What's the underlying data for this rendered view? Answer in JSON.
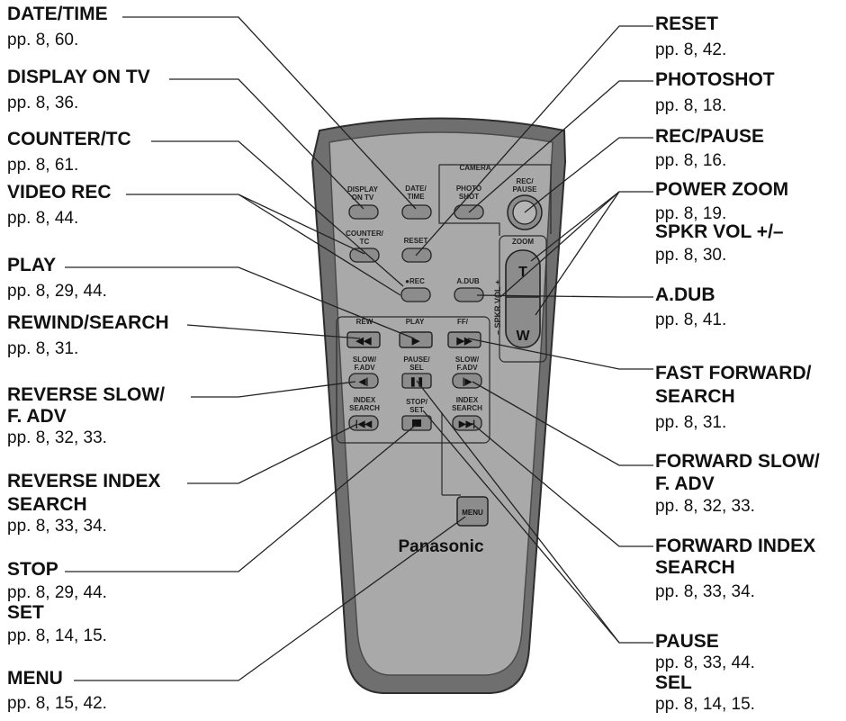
{
  "callouts_left": [
    {
      "id": "date_time",
      "title": "DATE/TIME",
      "pages": "pp. 8, 60."
    },
    {
      "id": "display_on_tv",
      "title": "DISPLAY ON TV",
      "pages": "pp. 8, 36."
    },
    {
      "id": "counter_tc",
      "title": "COUNTER/TC",
      "pages": "pp. 8, 61."
    },
    {
      "id": "video_rec",
      "title": "VIDEO REC",
      "pages": "pp. 8, 44."
    },
    {
      "id": "play",
      "title": "PLAY",
      "pages": "pp. 8, 29, 44."
    },
    {
      "id": "rewind",
      "title": "REWIND/SEARCH",
      "pages": "pp. 8, 31."
    },
    {
      "id": "rev_slow",
      "title_lines": [
        "REVERSE SLOW/",
        "F. ADV"
      ],
      "pages": "pp. 8, 32, 33."
    },
    {
      "id": "rev_index",
      "title_lines": [
        "REVERSE INDEX",
        "SEARCH"
      ],
      "pages": "pp. 8, 33, 34."
    },
    {
      "id": "stop",
      "title": "STOP",
      "pages": "pp. 8, 29, 44."
    },
    {
      "id": "set",
      "title": "SET",
      "pages": "pp. 8, 14, 15."
    },
    {
      "id": "menu",
      "title": "MENU",
      "pages": "pp. 8, 15, 42."
    }
  ],
  "callouts_right": [
    {
      "id": "reset",
      "title": "RESET",
      "pages": "pp. 8, 42."
    },
    {
      "id": "photoshot",
      "title": "PHOTOSHOT",
      "pages": "pp. 8, 18."
    },
    {
      "id": "rec_pause",
      "title": "REC/PAUSE",
      "pages": "pp. 8, 16."
    },
    {
      "id": "power_zoom",
      "title": "POWER ZOOM",
      "pages": "pp. 8, 19."
    },
    {
      "id": "spkr_vol",
      "title": "SPKR VOL +/–",
      "pages": "pp. 8, 30."
    },
    {
      "id": "adub",
      "title": "A.DUB",
      "pages": "pp. 8, 41."
    },
    {
      "id": "ff",
      "title_lines": [
        "FAST FORWARD/",
        "SEARCH"
      ],
      "pages": "pp. 8, 31."
    },
    {
      "id": "fwd_slow",
      "title_lines": [
        "FORWARD SLOW/",
        "F. ADV"
      ],
      "pages": "pp. 8, 32, 33."
    },
    {
      "id": "fwd_index",
      "title_lines": [
        "FORWARD INDEX",
        "SEARCH"
      ],
      "pages": "pp. 8, 33, 34."
    },
    {
      "id": "pause",
      "title": "PAUSE",
      "pages": "pp. 8, 33, 44."
    },
    {
      "id": "sel",
      "title": "SEL",
      "pages": "pp. 8, 14, 15."
    }
  ],
  "remote": {
    "brand": "Panasonic",
    "labels": {
      "display_on_tv": [
        "DISPLAY",
        "ON TV"
      ],
      "date_time": [
        "DATE/",
        "TIME"
      ],
      "camera": "CAMERA",
      "photo_shot": [
        "PHOTO",
        "SHOT"
      ],
      "rec_pause": [
        "REC/",
        "PAUSE"
      ],
      "counter_tc": [
        "COUNTER/",
        "TC"
      ],
      "reset": "RESET",
      "zoom": "ZOOM",
      "zoom_t": "T",
      "zoom_w": "W",
      "rec": "●REC",
      "adub": "A.DUB",
      "spkr_vol": "– SPKR VOL +",
      "rew": "REW",
      "play": "PLAY",
      "ff": "FF/",
      "slow_fadv_l": [
        "SLOW/",
        "F.ADV"
      ],
      "pause_sel": [
        "PAUSE/",
        "SEL"
      ],
      "slow_fadv_r": [
        "SLOW/",
        "F.ADV"
      ],
      "index_search_l": [
        "INDEX",
        "SEARCH"
      ],
      "stop_set": [
        "STOP/",
        "SET"
      ],
      "index_search_r": [
        "INDEX",
        "SEARCH"
      ],
      "menu": "MENU"
    }
  },
  "colors": {
    "remote_body": "#6f6f6f",
    "remote_face": "#a9a9a9",
    "button": "#8c8c8c",
    "line": "#222222"
  }
}
